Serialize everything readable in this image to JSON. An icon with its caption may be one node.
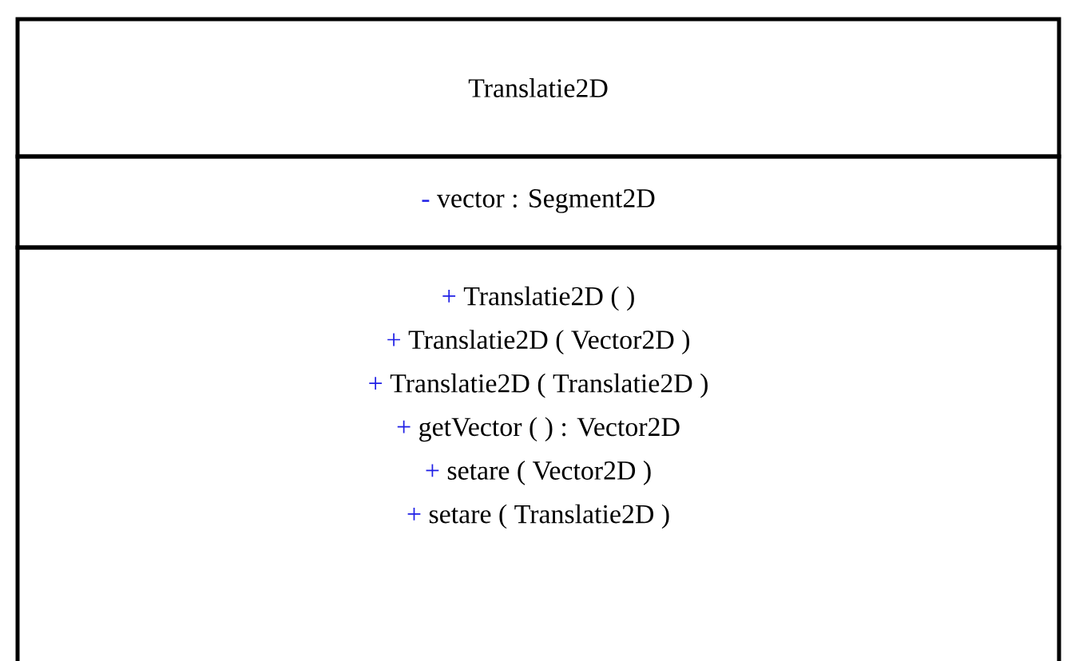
{
  "diagram": {
    "nodes": [
      {
        "text": [
          "Translatie2D"
        ]
      },
      {
        "text": [
          "-",
          "vector : Segment2D"
        ]
      },
      {
        "text": [
          "+",
          "Translatie2D ( )",
          "+",
          "Translatie2D ( Vector2D )",
          "+",
          "Translatie2D ( Translatie2D )",
          "+",
          "getVector ( ) : Vector2D",
          "+",
          "setare  ( Vector2D )",
          "+",
          "setare ( Translatie2D )"
        ]
      }
    ]
  }
}
